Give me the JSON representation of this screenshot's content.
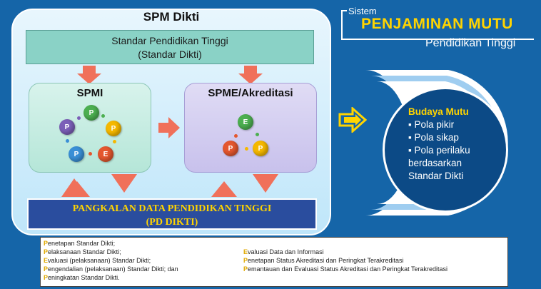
{
  "spm": {
    "title": "SPM Dikti",
    "standar_line1": "Standar Pendidikan Tinggi",
    "standar_line2": "(Standar Dikti)"
  },
  "spmi": {
    "title": "SPMI",
    "balls": [
      {
        "letter": "P",
        "color": "#4caf50"
      },
      {
        "letter": "P",
        "color": "#7b5fb8"
      },
      {
        "letter": "P",
        "color": "#f5b800"
      },
      {
        "letter": "P",
        "color": "#3a8fd6"
      },
      {
        "letter": "E",
        "color": "#e4572e"
      }
    ]
  },
  "spme": {
    "title": "SPME/Akreditasi",
    "balls": [
      {
        "letter": "E",
        "color": "#4caf50"
      },
      {
        "letter": "P",
        "color": "#e4572e"
      },
      {
        "letter": "P",
        "color": "#f5b800"
      }
    ]
  },
  "pddikti": {
    "line1": "PANGKALAN DATA PENDIDIKAN TINGGI",
    "line2": "(PD DIKTI)"
  },
  "header": {
    "sistem": "Sistem",
    "penjaminan": "PENJAMINAN MUTU",
    "pendidikan": "Pendidikan Tinggi"
  },
  "budaya": {
    "title": "Budaya Mutu",
    "items": [
      "Pola pikir",
      "Pola sikap",
      "Pola perilaku"
    ],
    "line_berdasarkan": "berdasarkan",
    "line_standar": "Standar Dikti"
  },
  "legend": {
    "left": [
      {
        "initial": "P",
        "rest": "enetapan Standar Dikti;"
      },
      {
        "initial": "P",
        "rest": "elaksanaan Standar Dikti;"
      },
      {
        "initial": "E",
        "rest": "valuasi (pelaksanaan) Standar Dikti;"
      },
      {
        "initial": "P",
        "rest": "engendalian (pelaksanaan) Standar Dikti; dan"
      },
      {
        "initial": "P",
        "rest": "eningkatan Standar Dikti."
      }
    ],
    "right": [
      {
        "initial": "E",
        "rest": "valuasi Data dan Informasi"
      },
      {
        "initial": "P",
        "rest": "enetapan Status Akreditasi dan Peringkat Terakreditasi"
      },
      {
        "initial": "P",
        "rest": "emantauan dan Evaluasi Status Akreditasi dan Peringkat Terakreditasi"
      }
    ]
  },
  "colors": {
    "background": "#1565a8",
    "arrow": "#f0705a",
    "yellow_arrow": "#ffd400",
    "accent_yellow": "#ffd400"
  }
}
